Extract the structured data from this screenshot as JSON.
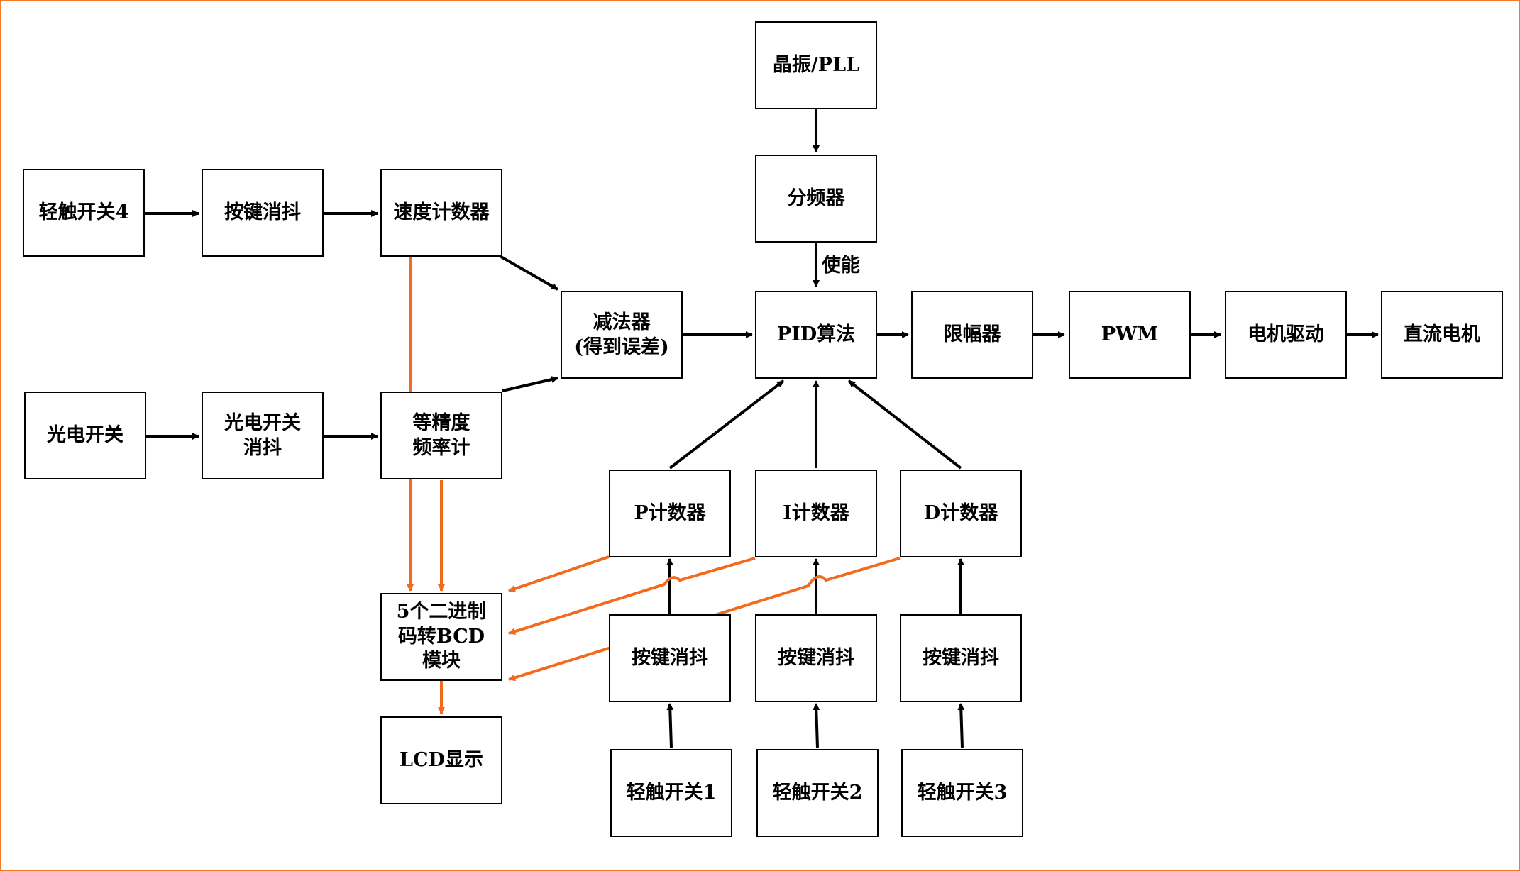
{
  "blocks": {
    "crystal": "晶振/PLL",
    "divider": "分频器",
    "pid": "PID算法",
    "limiter": "限幅器",
    "pwm": "PWM",
    "motor_driver": "电机驱动",
    "dc_motor": "直流电机",
    "subtractor_line1": "减法器",
    "subtractor_line2": "(得到误差)",
    "switch4": "轻触开关4",
    "debounce_top": "按键消抖",
    "speed_counter": "速度计数器",
    "photo_switch": "光电开关",
    "photo_debounce_line1": "光电开关",
    "photo_debounce_line2": "消抖",
    "freq_meter_line1": "等精度",
    "freq_meter_line2": "频率计",
    "p_counter": "P计数器",
    "i_counter": "I计数器",
    "d_counter": "D计数器",
    "debounce_p": "按键消抖",
    "debounce_i": "按键消抖",
    "debounce_d": "按键消抖",
    "switch1": "轻触开关1",
    "switch2": "轻触开关2",
    "switch3": "轻触开关3",
    "bcd_line1": "5个二进制",
    "bcd_line2": "码转BCD",
    "bcd_line3": "模块",
    "lcd": "LCD显示"
  },
  "labels": {
    "enable": "使能"
  },
  "colors": {
    "frame": "#f07a2a",
    "display_wire": "#f26a1b",
    "wire": "#000000"
  }
}
